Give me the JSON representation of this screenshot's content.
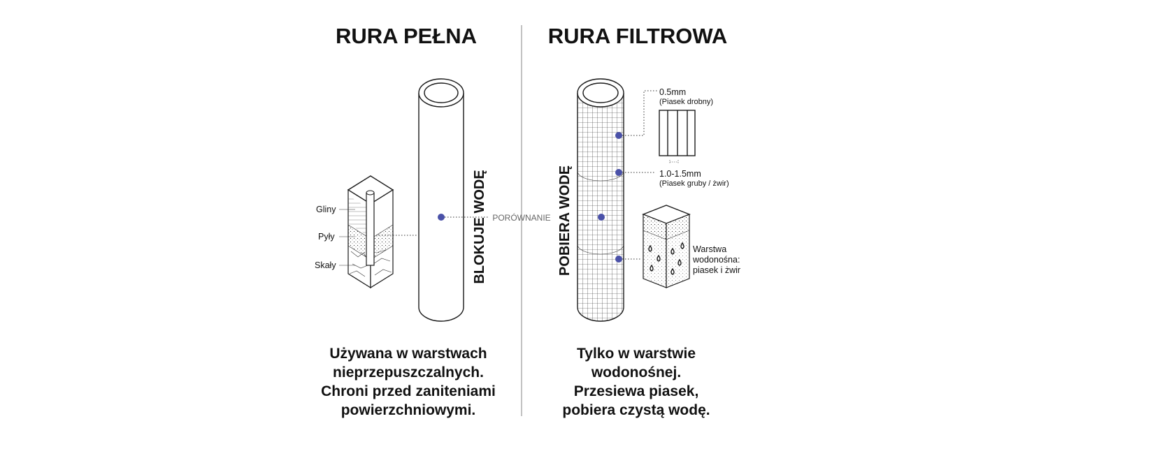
{
  "left": {
    "title": "RURA PEŁNA",
    "vertical_label": "BLOKUJE WODĘ",
    "layers": [
      "Gliny",
      "Pyły",
      "Skały"
    ],
    "caption_lines": [
      "Używana w warstwach",
      "nieprzepuszczalnych.",
      "Chroni przed zaniteniami",
      "powierzchniowymi."
    ]
  },
  "center": {
    "label": "PORÓWNANIE"
  },
  "right": {
    "title": "RURA FILTROWA",
    "vertical_label": "POBIERA WODĘ",
    "slot_fine": {
      "size": "0.5mm",
      "note": "(Piasek drobny)"
    },
    "slot_coarse": {
      "size": "1.0-1.5mm",
      "note": "(Piasek gruby / żwir)"
    },
    "aquifer_lines": [
      "Warstwa",
      "wodonośna:",
      "piasek i żwir"
    ],
    "caption_lines": [
      "Tylko w warstwie",
      "wodonośnej.",
      "Przesiewa piasek,",
      "pobiera czystą wodę."
    ]
  },
  "colors": {
    "accent_dot": "#4a51a8",
    "divider": "#999999"
  }
}
